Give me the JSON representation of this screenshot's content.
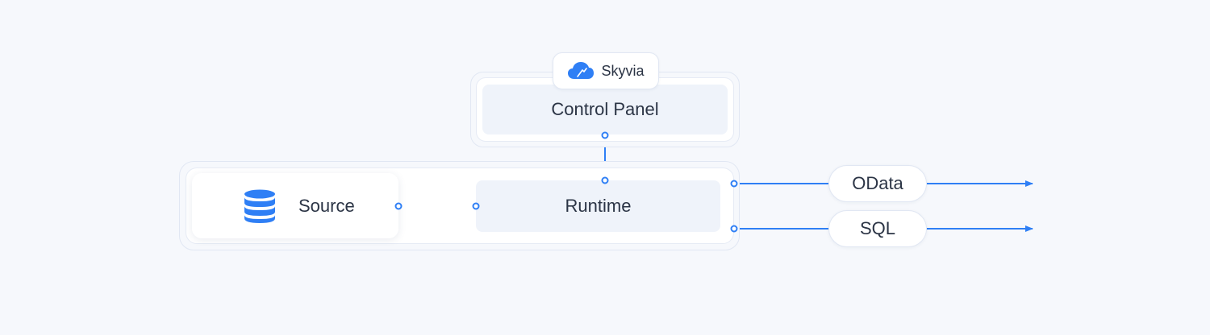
{
  "diagram": {
    "brand": {
      "name": "Skyvia",
      "icon": "cloud-icon"
    },
    "control_panel": {
      "label": "Control Panel"
    },
    "source": {
      "label": "Source",
      "icon": "database-icon"
    },
    "runtime": {
      "label": "Runtime"
    },
    "outputs": [
      {
        "label": "OData"
      },
      {
        "label": "SQL"
      }
    ],
    "colors": {
      "accent": "#2f7ff5",
      "background": "#f6f8fc",
      "box_fill": "#eff3fa",
      "text": "#2b3445"
    }
  }
}
